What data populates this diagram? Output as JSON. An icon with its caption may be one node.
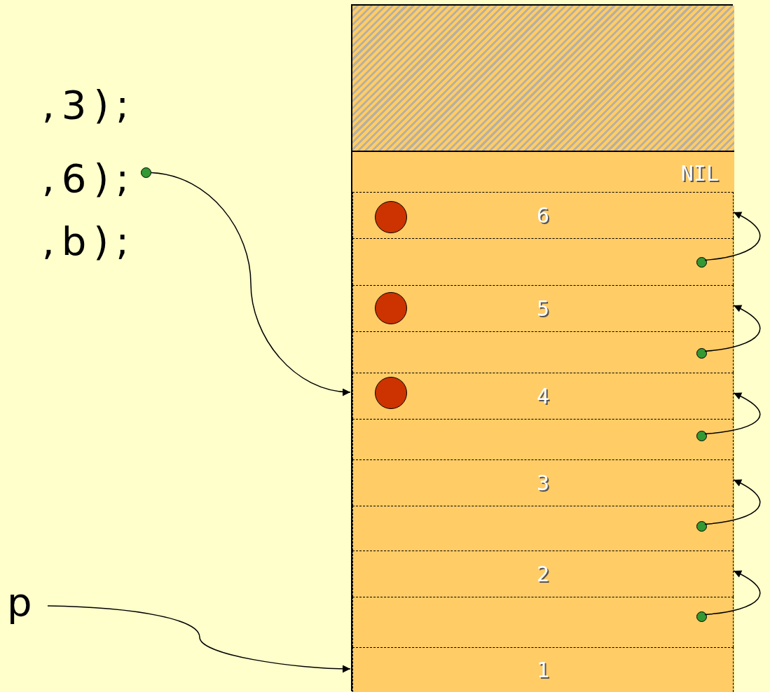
{
  "diagram": {
    "nodes": [
      {
        "text": [
          "p"
        ]
      },
      {
        "text": [],
        "shape": "circle"
      },
      {
        "text": [],
        "shape": "box"
      },
      {
        "text": [],
        "shape": "box",
        "in": 2
      },
      {
        "text": [
          "NIL"
        ],
        "in": 2
      },
      {
        "text": [
          "6"
        ],
        "in": 4
      },
      {
        "text": [],
        "shape": "circle",
        "in": 5
      },
      {
        "text": [],
        "shape": "box",
        "in": 4
      },
      {
        "text": [],
        "shape": "circle",
        "in": 7
      },
      {
        "text": [
          "5"
        ],
        "in": 4
      },
      {
        "text": [],
        "shape": "circle",
        "in": 9
      },
      {
        "text": [],
        "shape": "box",
        "in": 4
      },
      {
        "text": [],
        "shape": "circle",
        "in": 11
      },
      {
        "text": [
          "4"
        ],
        "in": 4
      },
      {
        "text": [],
        "shape": "circle",
        "in": 13
      },
      {
        "text": [],
        "shape": "box",
        "in": 4
      },
      {
        "text": [],
        "shape": "circle",
        "in": 15
      },
      {
        "text": [
          "3"
        ],
        "in": 4
      },
      {
        "text": [],
        "shape": "box",
        "in": 4
      },
      {
        "text": [],
        "shape": "circle",
        "in": 18
      },
      {
        "text": [
          "2"
        ],
        "in": 4
      },
      {
        "text": [],
        "shape": "box",
        "in": 4
      },
      {
        "text": [],
        "shape": "circle",
        "in": 21
      },
      {
        "text": [
          "1"
        ],
        "in": 4
      }
    ],
    "edges": [
      {
        "from": 1,
        "to": 13,
        "arrow": "to"
      },
      {
        "from": 0,
        "to": 23,
        "arrow": "to"
      },
      {
        "from": 8,
        "to": 5,
        "arrow": "to"
      },
      {
        "from": 12,
        "to": 9,
        "arrow": "to"
      },
      {
        "from": 16,
        "to": 13,
        "arrow": "to"
      },
      {
        "from": 19,
        "to": 17,
        "arrow": "to"
      },
      {
        "from": 22,
        "to": 20,
        "arrow": "to"
      }
    ],
    "labels": [
      ",3);",
      ",6);",
      ",b);"
    ]
  }
}
